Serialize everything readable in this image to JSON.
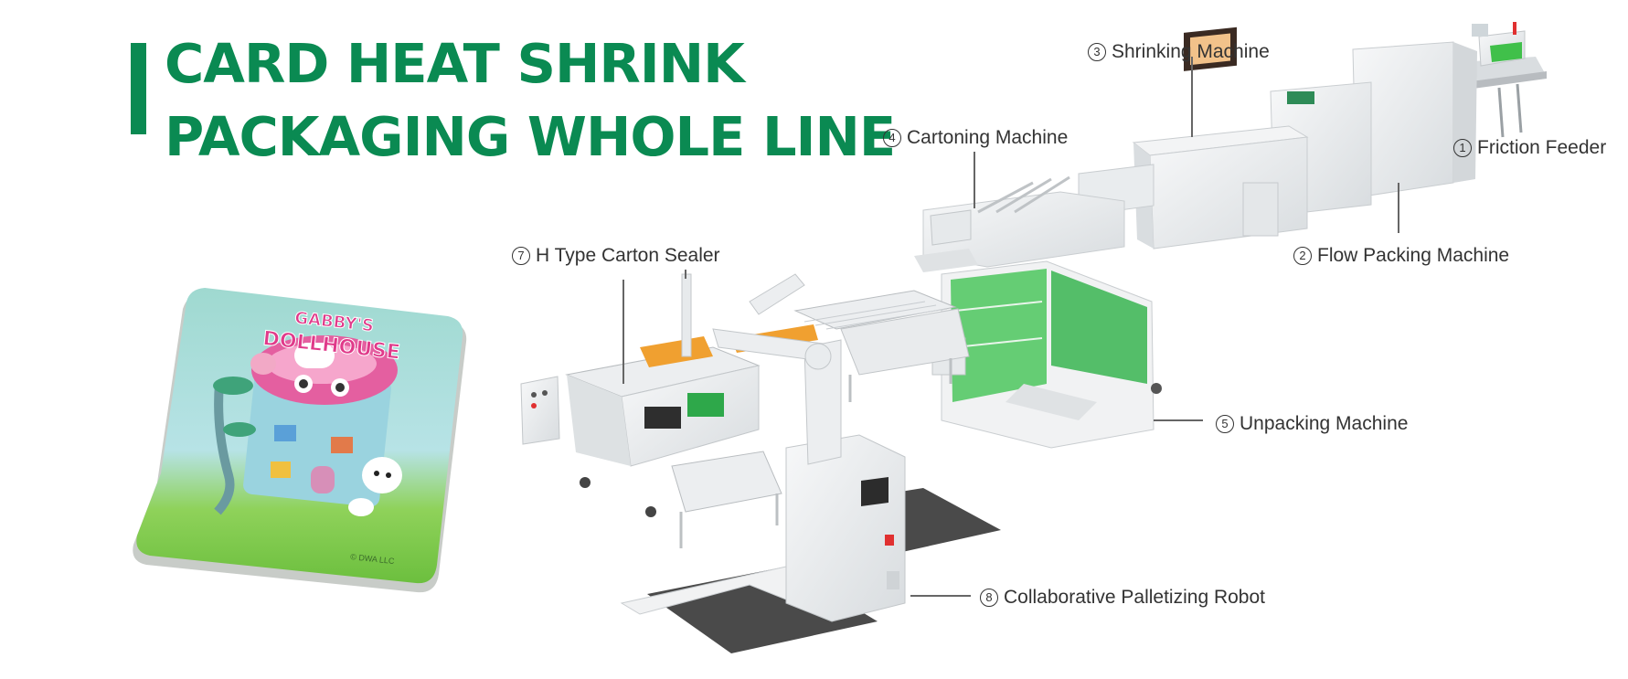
{
  "title": {
    "line1": "CARD HEAT SHRINK",
    "line2": "PACKAGING WHOLE LINE",
    "color": "#0a8a52"
  },
  "card_box": {
    "brand_line1": "GABBY'S",
    "brand_line2": "DOLLHOUSE",
    "copyright": "© DWA LLC"
  },
  "machines": [
    {
      "num": "1",
      "label": "Friction Feeder"
    },
    {
      "num": "2",
      "label": "Flow Packing Machine"
    },
    {
      "num": "3",
      "label": "Shrinking Machine"
    },
    {
      "num": "4",
      "label": "Cartoning Machine"
    },
    {
      "num": "5",
      "label": "Unpacking Machine"
    },
    {
      "num": "7",
      "label": "H Type Carton Sealer"
    },
    {
      "num": "8",
      "label": "Collaborative Palletizing Robot"
    }
  ],
  "colors": {
    "accent_green": "#0a8a52",
    "machine_green": "#35c04a",
    "machine_body": "#eceef0",
    "conveyor_orange": "#f0a030",
    "floor_mat": "#4a4a4a"
  }
}
